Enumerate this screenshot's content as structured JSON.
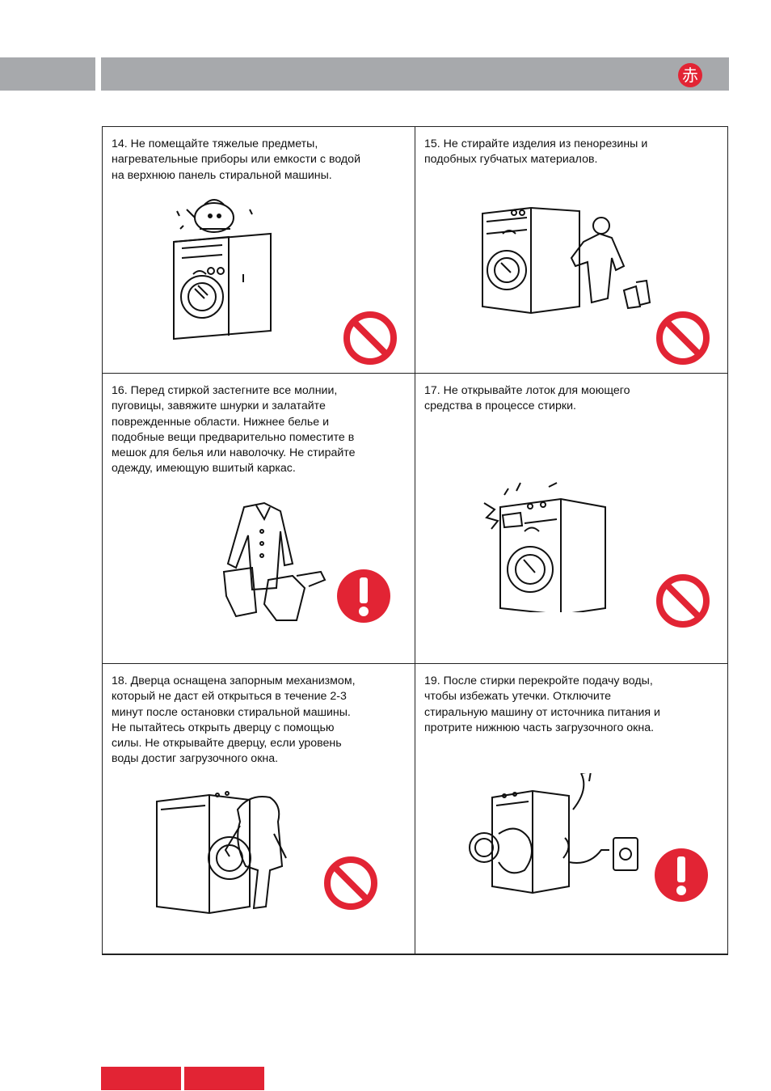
{
  "header": {
    "logo_glyph": "赤"
  },
  "colors": {
    "accent": "#e22434",
    "header_gray": "#a7a9ac"
  },
  "cells": [
    {
      "number_text": "14. Не помещайте тяжелые предметы,\nнагревательные приборы или емкости с водой\nна верхнюю панель стиральной машины.",
      "sign": "prohibited"
    },
    {
      "number_text": "15. Не стирайте изделия из пенорезины и\nподобных губчатых материалов.",
      "sign": "prohibited"
    },
    {
      "number_text": "16. Перед стиркой застегните все молнии,\nпуговицы, завяжите шнурки и залатайте\nповрежденные области. Нижнее белье и\nподобные вещи предварительно поместите в\nмешок для белья или наволочку. Не стирайте\nодежду, имеющую вшитый каркас.",
      "sign": "warning"
    },
    {
      "number_text": "17. Не открывайте лоток для моющего\nсредства в процессе стирки.",
      "sign": "prohibited"
    },
    {
      "number_text": "18. Дверца оснащена запорным механизмом,\nкоторый не даст ей открыться в течение 2-3\nминут после остановки стиральной машины.\nНе пытайтесь открыть дверцу с помощью\nсилы. Не открывайте дверцу, если уровень\nводы достиг загрузочного окна.",
      "sign": "prohibited"
    },
    {
      "number_text": "19. После стирки перекройте подачу воды,\nчтобы избежать утечки. Отключите\nстиральную машину от  источника питания и\nпротрите нижнюю часть загрузочного окна.",
      "sign": "warning"
    }
  ]
}
